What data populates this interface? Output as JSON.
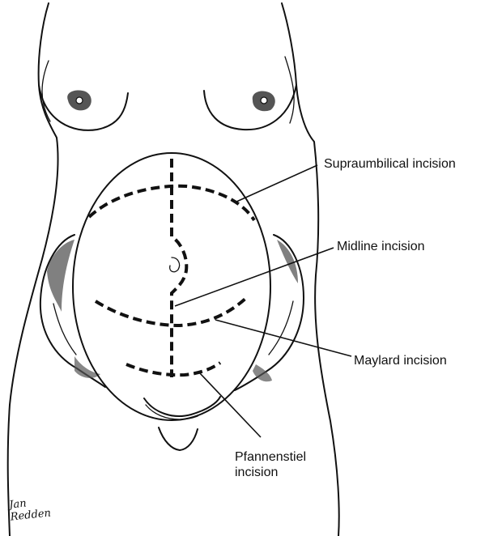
{
  "labels": {
    "supraumbilical": "Supraumbilical incision",
    "midline": "Midline incision",
    "maylard": "Maylard incision",
    "pfannenstiel": "Pfannenstiel\nincision"
  },
  "signature": "Jan\nRedden"
}
